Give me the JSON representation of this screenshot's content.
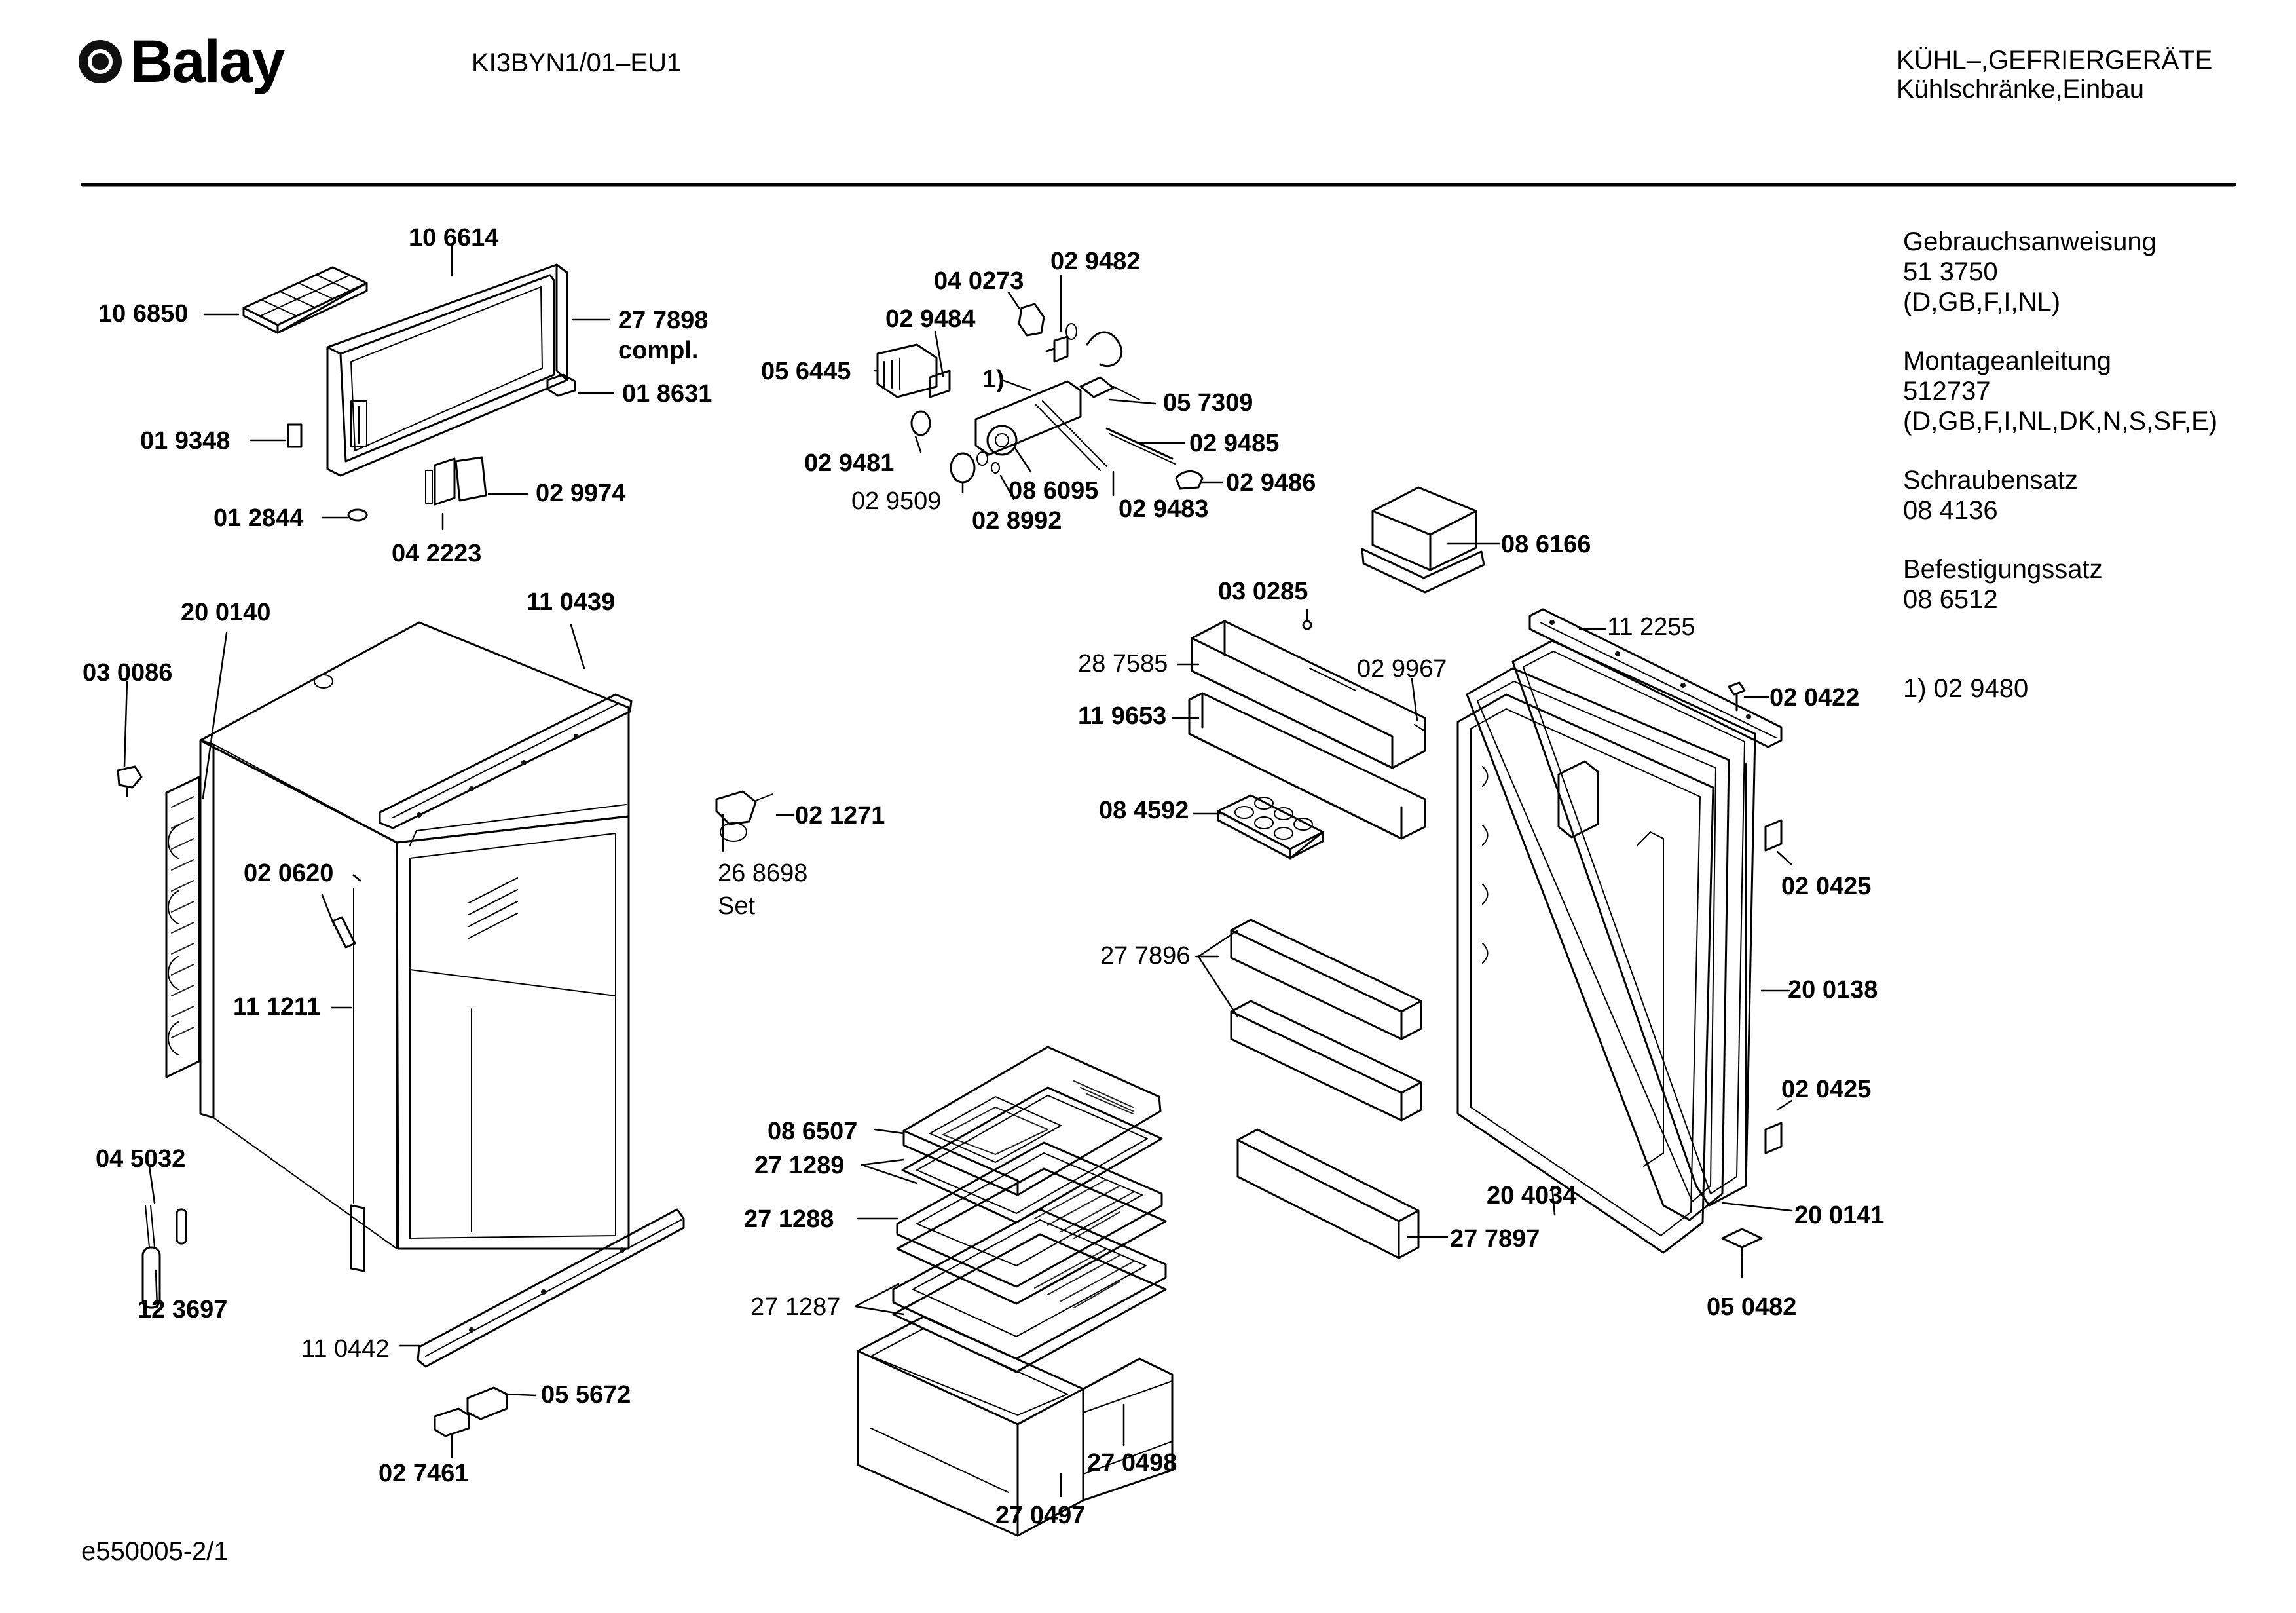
{
  "header": {
    "brand": "Balay",
    "model": "KI3BYN1/01–EU1",
    "category_line1": "KÜHL–,GEFRIERGERÄTE",
    "category_line2": "Kühlschränke,Einbau"
  },
  "documents": {
    "manual_title": "Gebrauchsanweisung",
    "manual_number": "51 3750",
    "manual_langs": "(D,GB,F,I,NL)",
    "install_title": "Montageanleitung",
    "install_number": "512737",
    "install_langs": "(D,GB,F,I,NL,DK,N,S,SF,E)",
    "screw_title": "Schraubensatz",
    "screw_number": "08 4136",
    "mount_title": "Befestigungssatz",
    "mount_number": "08 6512",
    "footnote": "1)  02 9480"
  },
  "parts": {
    "p106614": "10 6614",
    "p106850": "10 6850",
    "p277898": "27 7898",
    "p277898_suffix": "compl.",
    "p018631": "01 8631",
    "p019348": "01 9348",
    "p029974": "02 9974",
    "p012844": "01 2844",
    "p042223": "04 2223",
    "p040273": "04 0273",
    "p029482": "02 9482",
    "p029484": "02 9484",
    "p056445": "05 6445",
    "p_note1": "1)",
    "p057309": "05 7309",
    "p029485": "02 9485",
    "p029481": "02 9481",
    "p029486": "02 9486",
    "p029509": "02 9509",
    "p086095": "08 6095",
    "p029483": "02 9483",
    "p028992": "02 8992",
    "p086166": "08 6166",
    "p200140": "20 0140",
    "p110439": "11 0439",
    "p030086": "03 0086",
    "p030285": "03 0285",
    "p112255": "11 2255",
    "p287585": "28 7585",
    "p029967": "02 9967",
    "p020422": "02 0422",
    "p119653": "11 9653",
    "p021271": "02 1271",
    "p268698": "26 8698",
    "p268698_suffix": "Set",
    "p084592": "08 4592",
    "p020425a": "02 0425",
    "p020620": "02 0620",
    "p277896": "27 7896",
    "p200138": "20 0138",
    "p111211": "11 1211",
    "p020425b": "02 0425",
    "p086507": "08 6507",
    "p045032": "04 5032",
    "p271289": "27 1289",
    "p204034": "20 4034",
    "p200141": "20 0141",
    "p271288": "27 1288",
    "p277897": "27 7897",
    "p123697": "12 3697",
    "p271287": "27 1287",
    "p050482": "05 0482",
    "p110442": "11 0442",
    "p055672": "05 5672",
    "p270498": "27 0498",
    "p027461": "02 7461",
    "p270497": "27 0497"
  },
  "footer": {
    "drawing_id": "e550005-2/1"
  }
}
